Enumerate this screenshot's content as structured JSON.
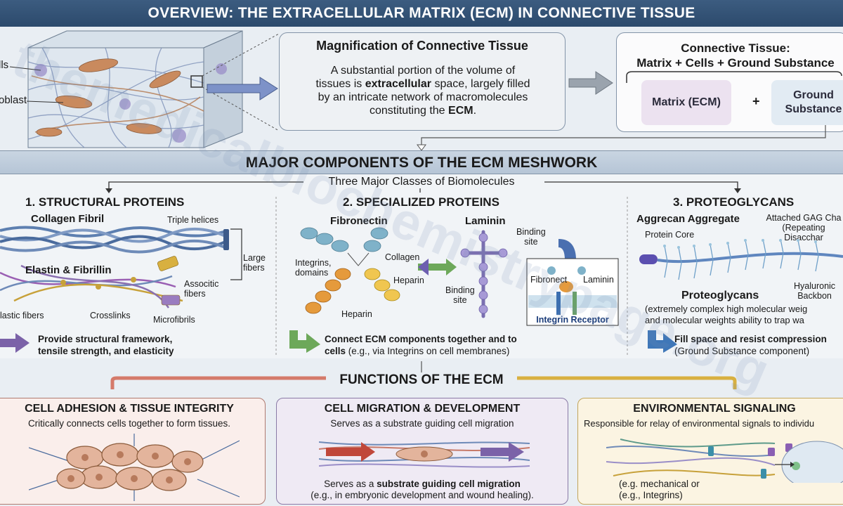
{
  "header": {
    "title": "OVERVIEW: THE EXTRACELLULAR MATRIX (ECM) IN CONNECTIVE TISSUE"
  },
  "tissue_block": {
    "label_cells": "lls",
    "label_fibroblast": "oblast"
  },
  "magnification": {
    "title": "Magnification of Connective Tissue",
    "body_1": "A substantial portion of the volume of",
    "body_2a": "tissues is ",
    "body_2b": "extracellular",
    "body_2c": " space, largely filled",
    "body_3": "by an intricate network of macromolecules",
    "body_4a": "constituting the ",
    "body_4b": "ECM",
    "body_4c": "."
  },
  "connective": {
    "title_1": "Connective Tissue:",
    "title_2": "Matrix + Cells + Ground Substance",
    "matrix": "Matrix (ECM)",
    "plus": "+",
    "ground_1": "Ground",
    "ground_2": "Substance"
  },
  "major": {
    "title": "MAJOR COMPONENTS OF THE ECM MESHWORK",
    "subtitle": "Three Major Classes of Biomolecules"
  },
  "structural": {
    "title": "1. STRUCTURAL PROTEINS",
    "collagen": "Collagen Fibril",
    "triple": "Triple helices",
    "large_1": "Large",
    "large_2": "fibers",
    "elastin": "Elastin & Fibrillin",
    "assoc_1": "Associtic",
    "assoc_2": "fibers",
    "elastic": "lastic fibers",
    "crosslinks": "Crosslinks",
    "microfibrils": "Microfibrils",
    "desc_1": "Provide structural framework,",
    "desc_2": "tensile strength, and elasticity"
  },
  "specialized": {
    "title": "2. SPECIALIZED PROTEINS",
    "fibronectin": "Fibronectin",
    "laminin": "Laminin",
    "collagen": "Collagen",
    "integrins_1": "Integrins,",
    "integrins_2": "domains",
    "heparin_1": "Heparin",
    "heparin_2": "Heparin",
    "binding_1a": "Binding",
    "binding_1b": "site",
    "binding_2a": "Binding",
    "binding_2b": "site",
    "inset_fib": "Fibronect",
    "inset_lam": "Laminin",
    "inset_receptor": "Integrin Receptor",
    "desc_1": "Connect ECM components together and to",
    "desc_2a": "cells",
    "desc_2b": " (e.g., via Integrins on cell membranes)"
  },
  "proteoglycans": {
    "title": "3. PROTEOGLYCANS",
    "aggrecan": "Aggrecan Aggregate",
    "attached_1": "Attached GAG Cha",
    "attached_2": "(Repeating Disacchar",
    "core": "Protein Core",
    "pg": "Proteoglycans",
    "hyal_1": "Hyaluronic",
    "hyal_2": "Backbon",
    "pg_desc_1": "(extremely complex high molecular weig",
    "pg_desc_2": "and molecular weights ability to trap wa",
    "desc_1": "Fill space and resist compression",
    "desc_2": "(Ground Substance component)"
  },
  "functions": {
    "title": "FUNCTIONS OF THE ECM",
    "adhesion_title": "CELL ADHESION & TISSUE INTEGRITY",
    "adhesion_sub": "Critically connects cells together to form tissues.",
    "migration_title": "CELL MIGRATION & DEVELOPMENT",
    "migration_sub": "Serves as a substrate guiding cell migration",
    "migration_b1": "Serves as a ",
    "migration_b2": "substrate guiding cell migration",
    "migration_b3": "(e.g., in embryonic development and wound healing).",
    "signal_title": "ENVIRONMENTAL SIGNALING",
    "signal_sub": "Responsible for relay of environmental signals to individu",
    "signal_b1": "(e.g. mechanical or",
    "signal_b2": "(e.g., Integrins)"
  },
  "watermark": "themedicalbiochemistrypage.org",
  "colors": {
    "header": "#2c4a6c",
    "major_bar": "#b6c5d6",
    "adhesion": "#faeeeb",
    "migration": "#efeaf4",
    "signaling": "#fbf4e2",
    "purple_arrow": "#7b62a8",
    "green_arrow": "#6da85a",
    "blue_arrow": "#3f77b8"
  }
}
